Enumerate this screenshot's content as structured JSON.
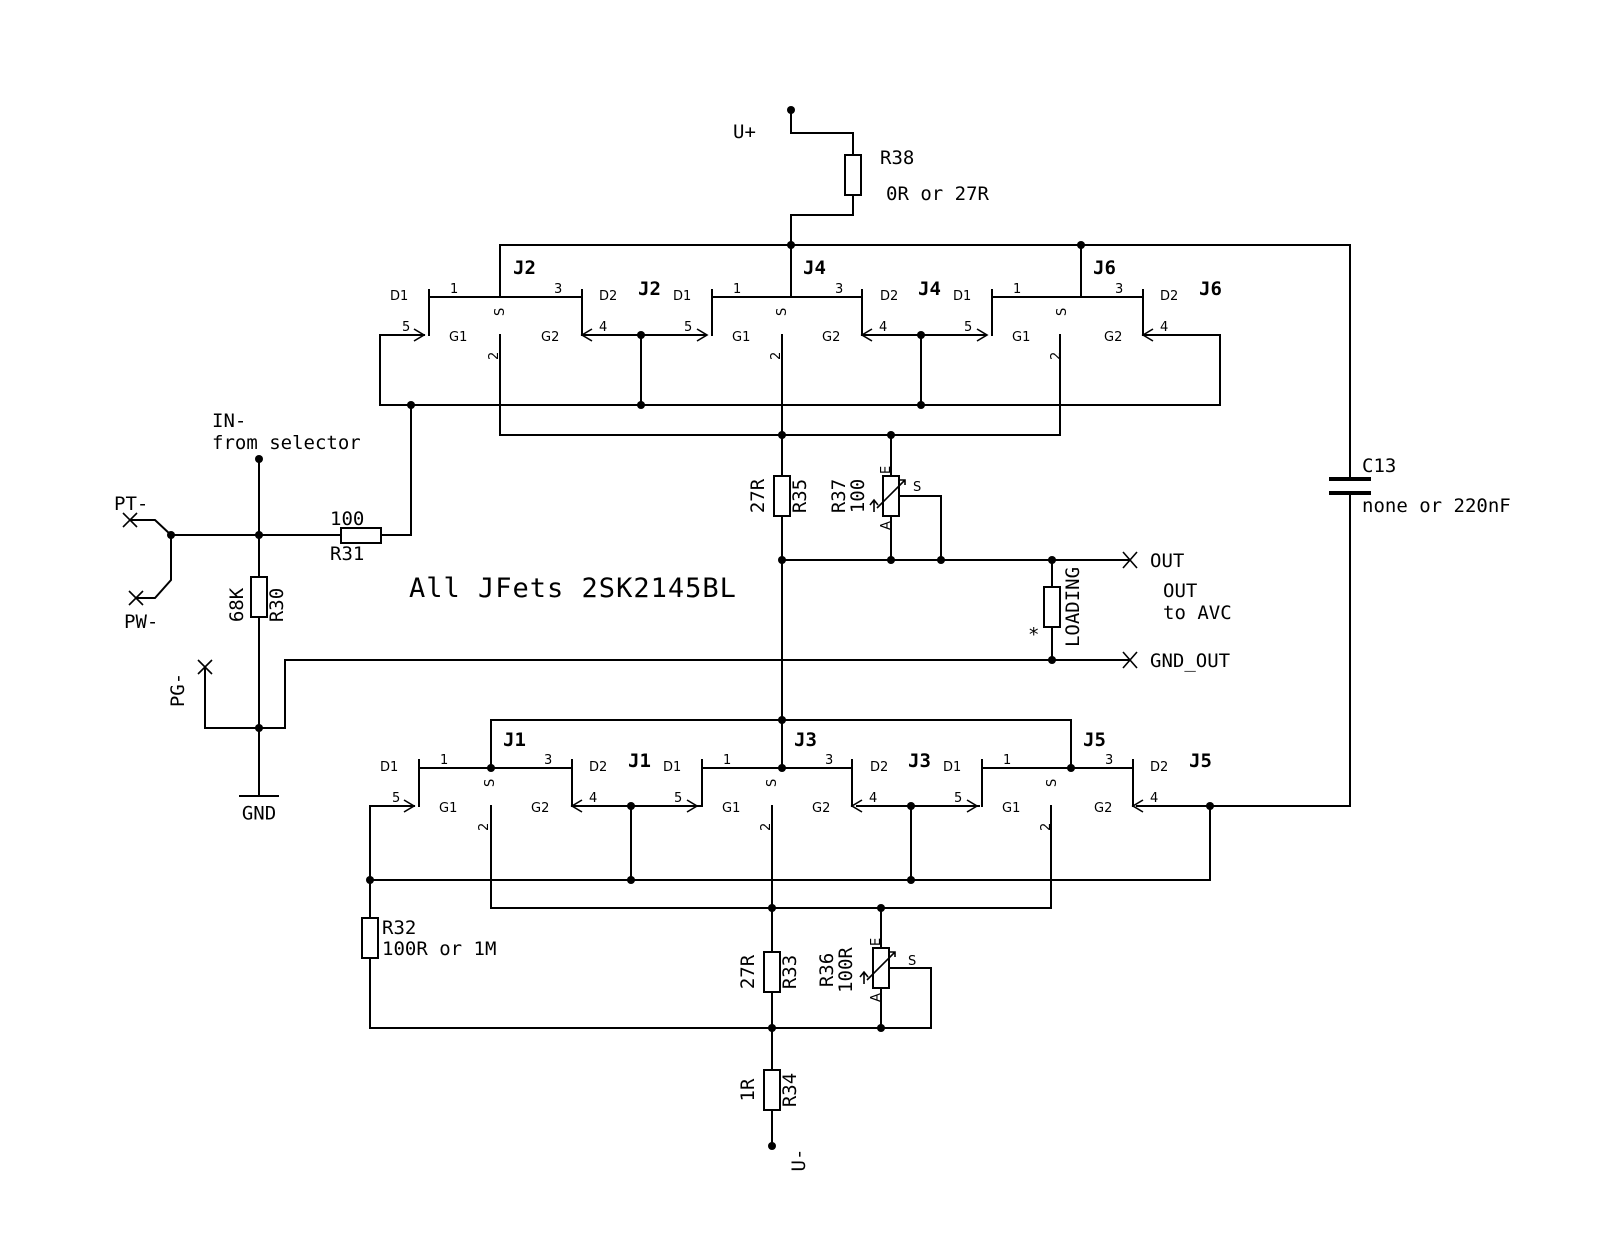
{
  "title": "All JFets 2SK2145BL",
  "supply": {
    "pos": "U+",
    "neg": "U-",
    "gnd": "GND"
  },
  "inputs": {
    "in_label": "IN-",
    "in_sub": "from selector",
    "pt": "PT-",
    "pw": "PW-",
    "pg": "PG-"
  },
  "outputs": {
    "out": "OUT",
    "out_note_1": "OUT",
    "out_note_2": "to AVC",
    "gnd_out": "GND_OUT"
  },
  "resistors": {
    "r38": {
      "ref": "R38",
      "value": "0R or 27R"
    },
    "r31": {
      "ref": "R31",
      "value": "100"
    },
    "r30": {
      "ref": "R30",
      "value": "68K"
    },
    "r35": {
      "ref": "R35",
      "value": "27R"
    },
    "r37": {
      "ref": "R37",
      "value": "100"
    },
    "r32": {
      "ref": "R32",
      "value": "100R or 1M"
    },
    "r33": {
      "ref": "R33",
      "value": "27R"
    },
    "r36": {
      "ref": "R36",
      "value": "100R"
    },
    "r34": {
      "ref": "R34",
      "value": "1R"
    },
    "loading": {
      "ref": "LOADING",
      "mark": "*"
    }
  },
  "capacitor": {
    "ref": "C13",
    "value": "none or 220nF"
  },
  "trimmer_pins": {
    "a": "A",
    "e": "E",
    "s": "S"
  },
  "jfet_pins": {
    "d1": "D1",
    "d2": "D2",
    "g1": "G1",
    "g2": "G2",
    "s": "S",
    "p1": "1",
    "p2": "2",
    "p3": "3",
    "p4": "4",
    "p5": "5"
  },
  "jfets_top": [
    "J2",
    "J4",
    "J6"
  ],
  "jfets_bottom": [
    "J1",
    "J3",
    "J5"
  ]
}
